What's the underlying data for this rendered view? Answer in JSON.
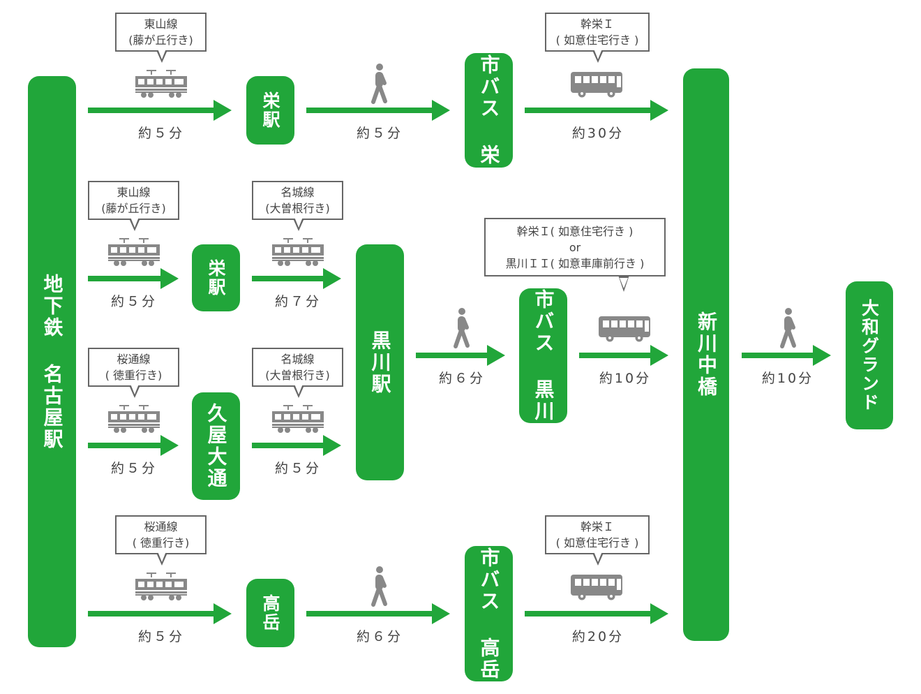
{
  "colors": {
    "accent": "#21a63a",
    "icon": "#888888",
    "text": "#444444"
  },
  "stations": {
    "nagoya": "地下鉄 名古屋駅",
    "sakae_1": "栄駅",
    "sakae_2": "栄駅",
    "hisaya": "久屋大通",
    "takaoka": "高岳",
    "kurokawa": "黒川駅",
    "bus_sakae": "市バス 栄",
    "bus_kurokawa": "市バス 黒川",
    "bus_takaoka": "市バス 高岳",
    "shinkawa": "新川中橋",
    "grand": "大和グランド"
  },
  "times": {
    "r1_a": "約５分",
    "r1_b": "約５分",
    "r1_c": "約30分",
    "r2_a": "約５分",
    "r2_b": "約７分",
    "r3_a": "約５分",
    "r3_b": "約５分",
    "mid_walk": "約６分",
    "mid_bus": "約10分",
    "r4_a": "約５分",
    "r4_b": "約６分",
    "r4_c": "約20分",
    "final_walk": "約10分"
  },
  "bubbles": {
    "r1_train": [
      "東山線",
      "(藤が丘行き)"
    ],
    "r1_bus": [
      "幹栄Ｉ",
      "( 如意住宅行き )"
    ],
    "r2_train_1": [
      "東山線",
      "(藤が丘行き)"
    ],
    "r2_train_2": [
      "名城線",
      "(大曽根行き)"
    ],
    "mid_bus": [
      "幹栄Ｉ( 如意住宅行き )",
      "or",
      "黒川ＩＩ( 如意車庫前行き )"
    ],
    "r3_train_1": [
      "桜通線",
      "( 徳重行き)"
    ],
    "r3_train_2": [
      "名城線",
      "(大曽根行き)"
    ],
    "r4_train": [
      "桜通線",
      "( 徳重行き)"
    ],
    "r4_bus": [
      "幹栄Ｉ",
      "( 如意住宅行き )"
    ]
  }
}
